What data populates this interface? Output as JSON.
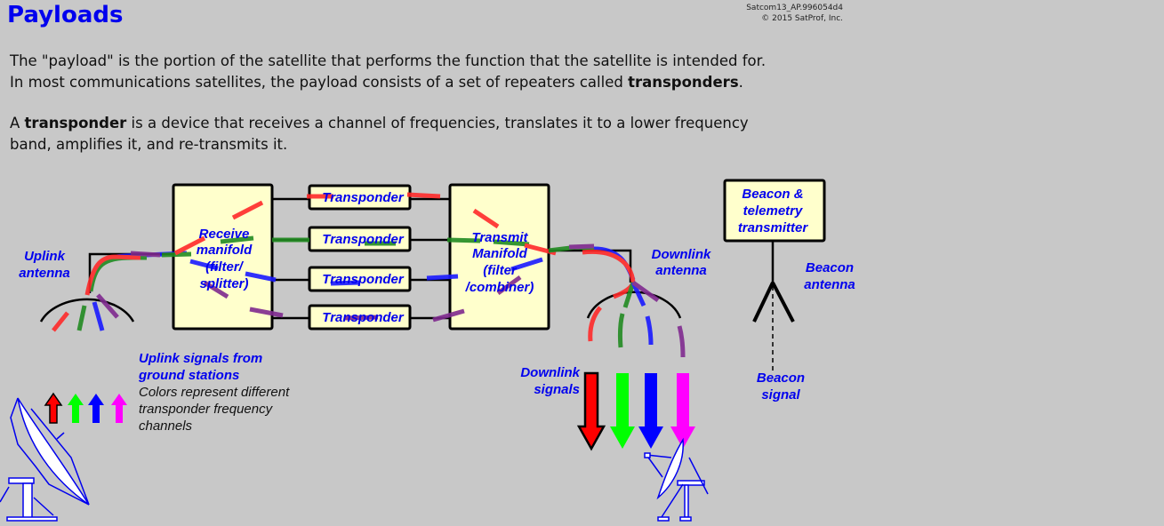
{
  "header": {
    "title": "Payloads",
    "credit_id": "Satcom13_AP.996054d4",
    "credit_copyright": "© 2015 SatProf, Inc."
  },
  "text": {
    "p1_line1": "The \"payload\" is the portion of the satellite that performs the function that the satellite is intended for.",
    "p1_line2_pre": "In most communications satellites, the payload consists of a set of repeaters called ",
    "p1_line2_bold": "transponders",
    "p1_line2_post": ".",
    "p2_pre": "A ",
    "p2_bold": "transponder",
    "p2_line1_post": " is a device that receives a channel of frequencies, translates it to a lower frequency",
    "p2_line2": "band, amplifies it, and re-transmits it."
  },
  "diagram": {
    "uplink_antenna": [
      "Uplink",
      "antenna"
    ],
    "receive_manifold": [
      "Receive",
      "manifold",
      "(filter/",
      "splitter)"
    ],
    "transponders": [
      "Transponder",
      "Transponder",
      "Transponder",
      "Transponder"
    ],
    "transmit_manifold": [
      "Transmit",
      "Manifold",
      "(filter",
      "/combiner)"
    ],
    "downlink_antenna": [
      "Downlink",
      "antenna"
    ],
    "beacon_box": [
      "Beacon &",
      "telemetry",
      "transmitter"
    ],
    "beacon_antenna": [
      "Beacon",
      "antenna"
    ],
    "beacon_signal": [
      "Beacon",
      "signal"
    ],
    "uplink_signals_title": [
      "Uplink signals from",
      "ground stations"
    ],
    "uplink_signals_note": [
      "Colors represent different",
      "transponder frequency",
      "channels"
    ],
    "downlink_signals": [
      "Downlink",
      "signals"
    ],
    "channel_colors": {
      "arrows": [
        "#ff0000",
        "#00ff00",
        "#0000ff",
        "#ff00ff"
      ],
      "signal_paths": [
        "#ff2a2a",
        "#228b22",
        "#1a1aff",
        "#7f2a8f"
      ]
    },
    "box_fill": "#ffffcc",
    "label_color": "#0000ee"
  }
}
